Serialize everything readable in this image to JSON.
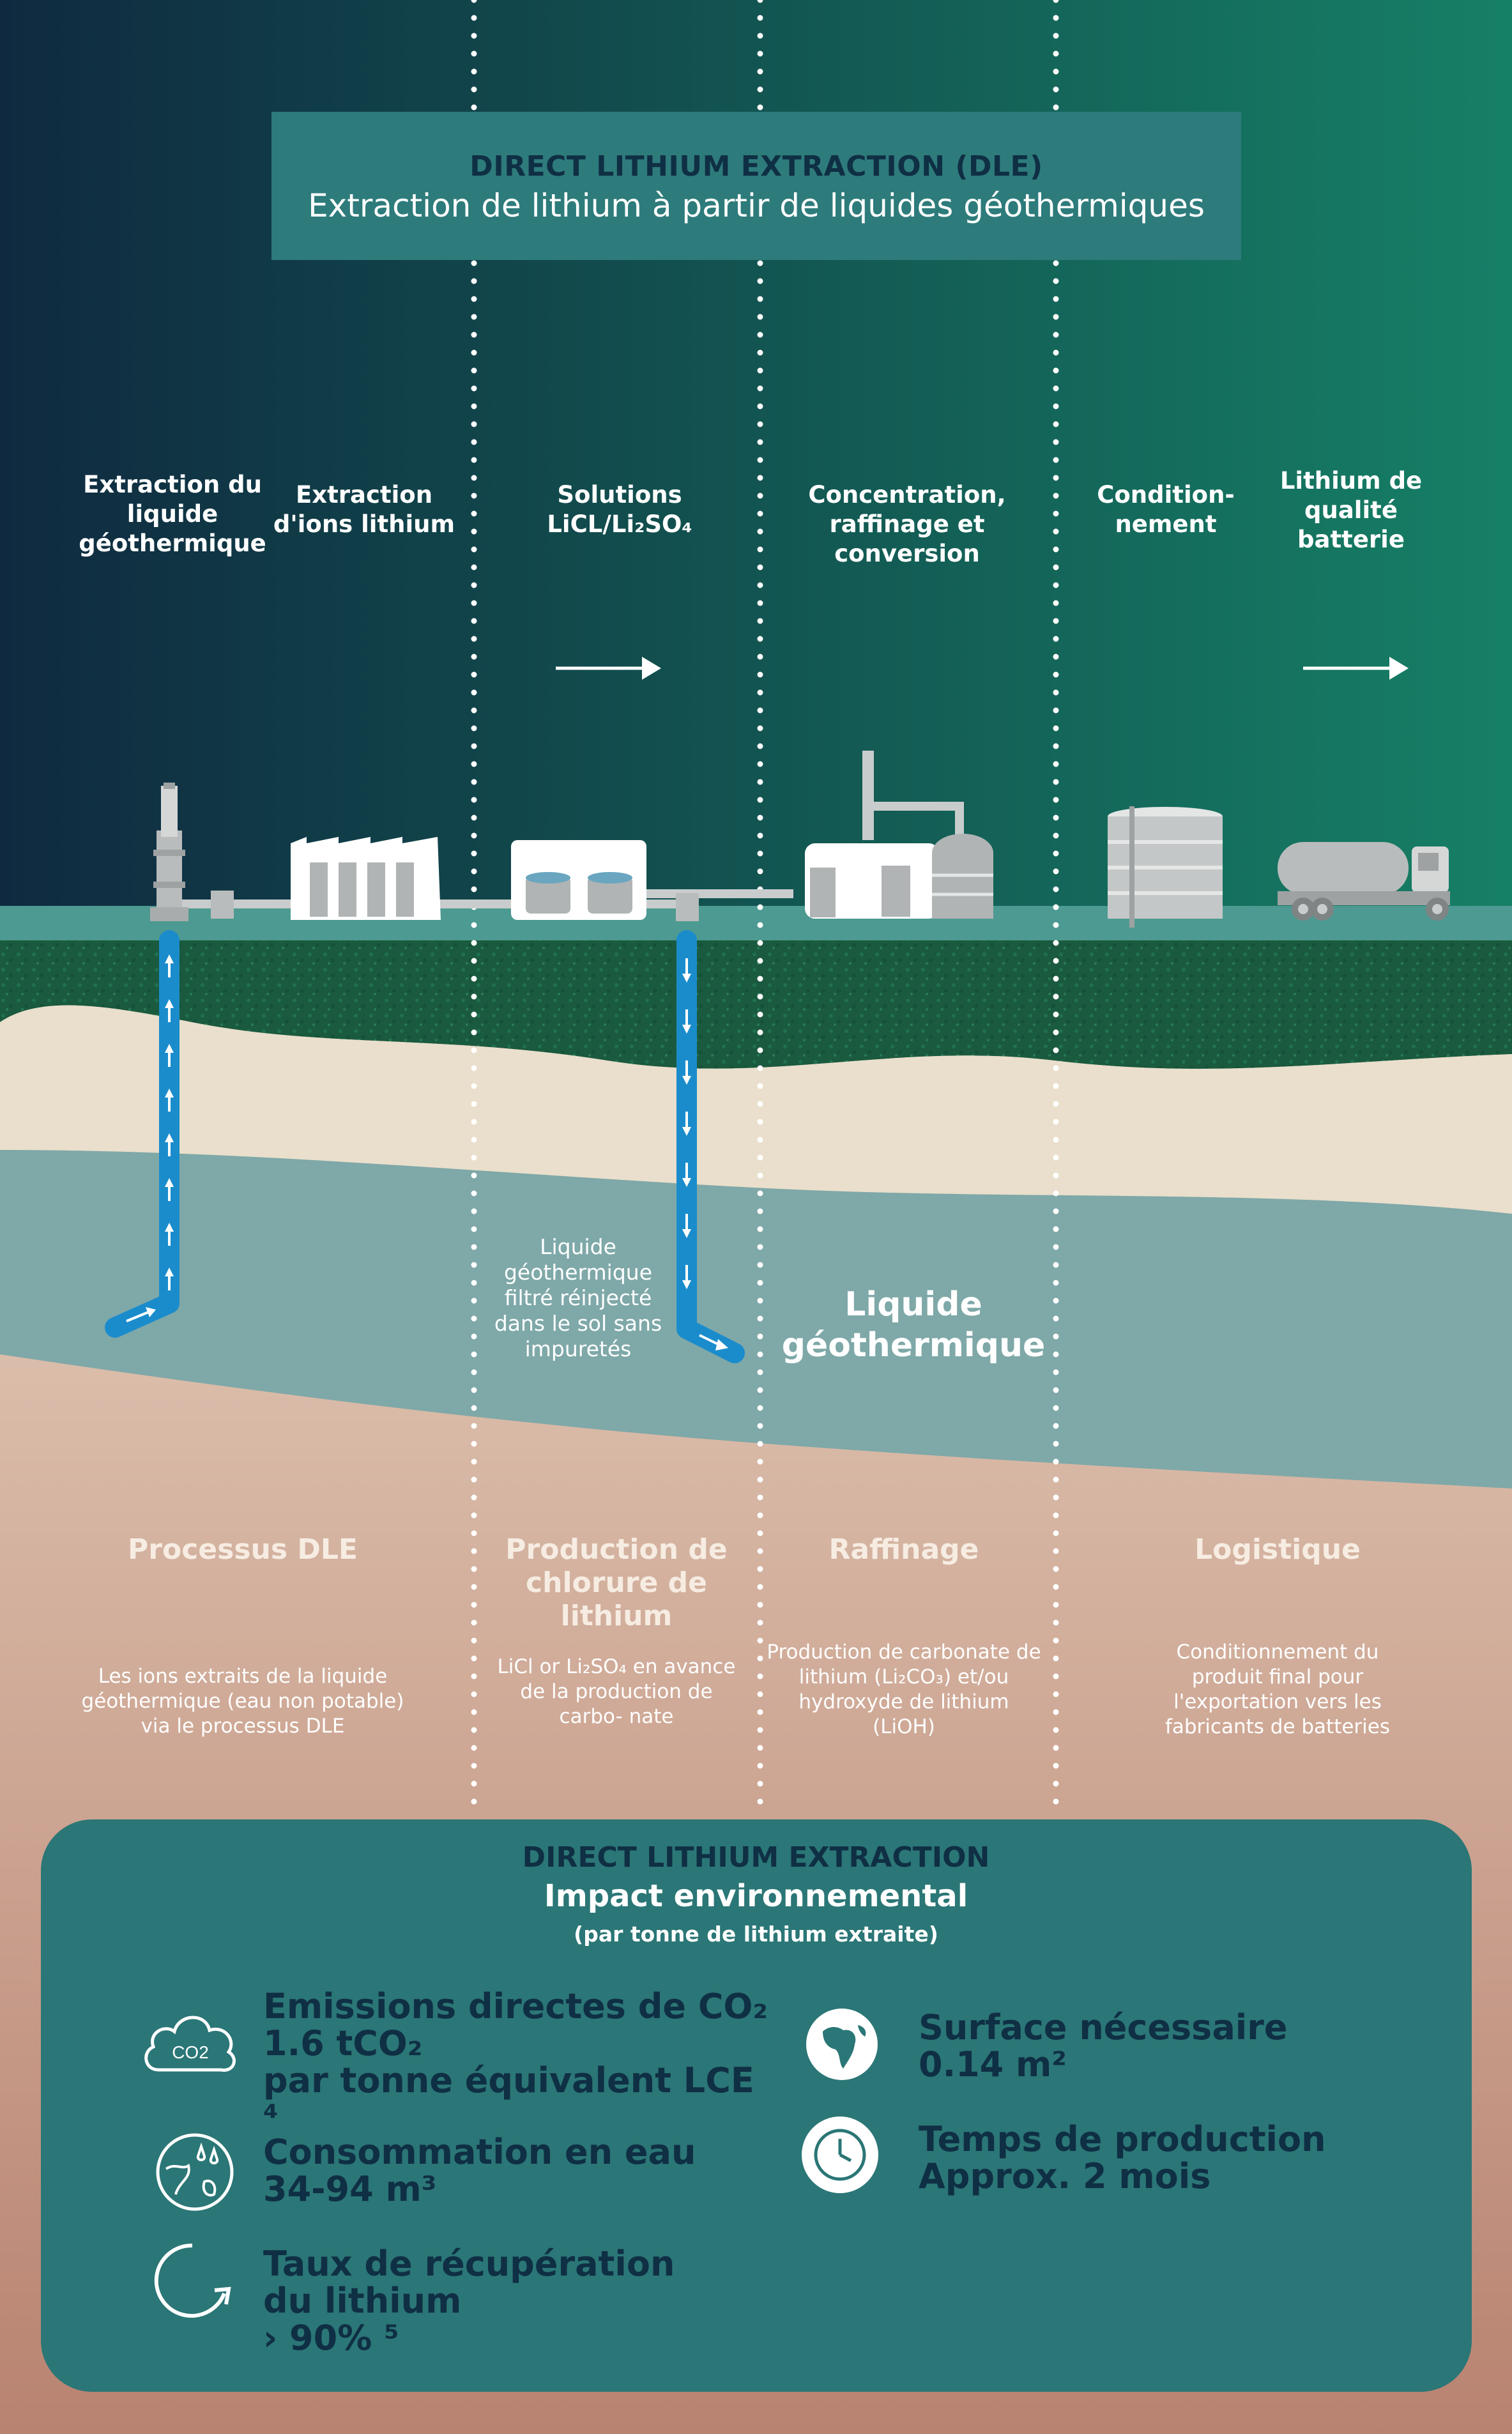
{
  "header": {
    "title": "DIRECT LITHIUM EXTRACTION (DLE)",
    "subtitle": "Extraction de lithium à partir de liquides géothermiques"
  },
  "steps": [
    {
      "label": "Extraction du liquide géothermique"
    },
    {
      "label": "Extraction d'ions lithium"
    },
    {
      "label": "Solutions LiCL/Li₂SO₄"
    },
    {
      "label": "Concentration, raffinage et conversion"
    },
    {
      "label": "Condition- nement"
    },
    {
      "label": "Lithium de qualité batterie"
    }
  ],
  "underground": {
    "reinjection": "Liquide géothermique filtré réinjecté dans le sol sans impuretés",
    "liquid": "Liquide géothermique"
  },
  "phases": [
    {
      "title": "Processus DLE",
      "desc": "Les ions extraits de la liquide géothermique (eau non potable) via le processus DLE"
    },
    {
      "title": "Production de chlorure de lithium",
      "desc": "LiCl or Li₂SO₄ en avance de la production de carbo- nate"
    },
    {
      "title": "Raffinage",
      "desc": "Production de carbonate de lithium (Li₂CO₃) et/ou hydroxyde de lithium (LiOH)"
    },
    {
      "title": "Logistique",
      "desc": "Conditionnement du produit final pour l'exportation vers les fabricants de batteries"
    }
  ],
  "impact": {
    "heading": "DIRECT LITHIUM EXTRACTION",
    "subheading": "Impact environnemental",
    "note": "(par tonne de lithium extraite)",
    "items": [
      {
        "icon": "co2-cloud-icon",
        "icon_text": "CO2",
        "lines": [
          "Emissions directes de CO₂",
          "1.6 tCO₂",
          "par tonne équivalent LCE ⁴"
        ]
      },
      {
        "icon": "water-globe-icon",
        "lines": [
          "Consommation en eau",
          "34-94 m³"
        ]
      },
      {
        "icon": "recovery-cycle-icon",
        "lines": [
          "Taux de récupération",
          "du lithium",
          "› 90% ⁵"
        ]
      },
      {
        "icon": "globe-africa-icon",
        "lines": [
          "Surface nécessaire",
          "0.14 m²"
        ]
      },
      {
        "icon": "clock-icon",
        "lines": [
          "Temps de production",
          "Approx. 2 mois"
        ]
      }
    ]
  },
  "colors": {
    "sky_left": "#0f2a40",
    "sky_right": "#168066",
    "accent_blue": "#1a8ccc",
    "panel": "#2b7676",
    "dark_text": "#0f2f44"
  }
}
